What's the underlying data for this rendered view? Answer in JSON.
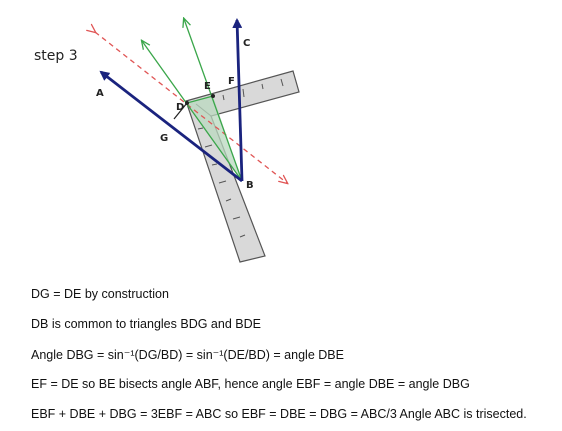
{
  "step_label": "step 3",
  "points": {
    "A": "A",
    "B": "B",
    "C": "C",
    "D": "D",
    "E": "E",
    "F": "F",
    "G": "G"
  },
  "colors": {
    "ba_line": "#1a237e",
    "bc_line": "#1a237e",
    "green_rays": "#3aa64a",
    "dashed_line": "#e05555",
    "tool_fill": "#d9d9d9",
    "tool_stroke": "#555555",
    "triangle_fill": "#b9d8bf"
  },
  "proof_lines": [
    "DG = DE by construction",
    "DB is common to triangles BDG and BDE",
    "Angle DBG = sin⁻¹(DG/BD) = sin⁻¹(DE/BD) = angle DBE",
    "EF = DE so BE bisects angle ABF, hence angle EBF = angle DBE = angle DBG",
    "EBF + DBE + DBG = 3EBF = ABC  so EBF = DBE = DBG = ABC/3   Angle ABC is trisected."
  ]
}
